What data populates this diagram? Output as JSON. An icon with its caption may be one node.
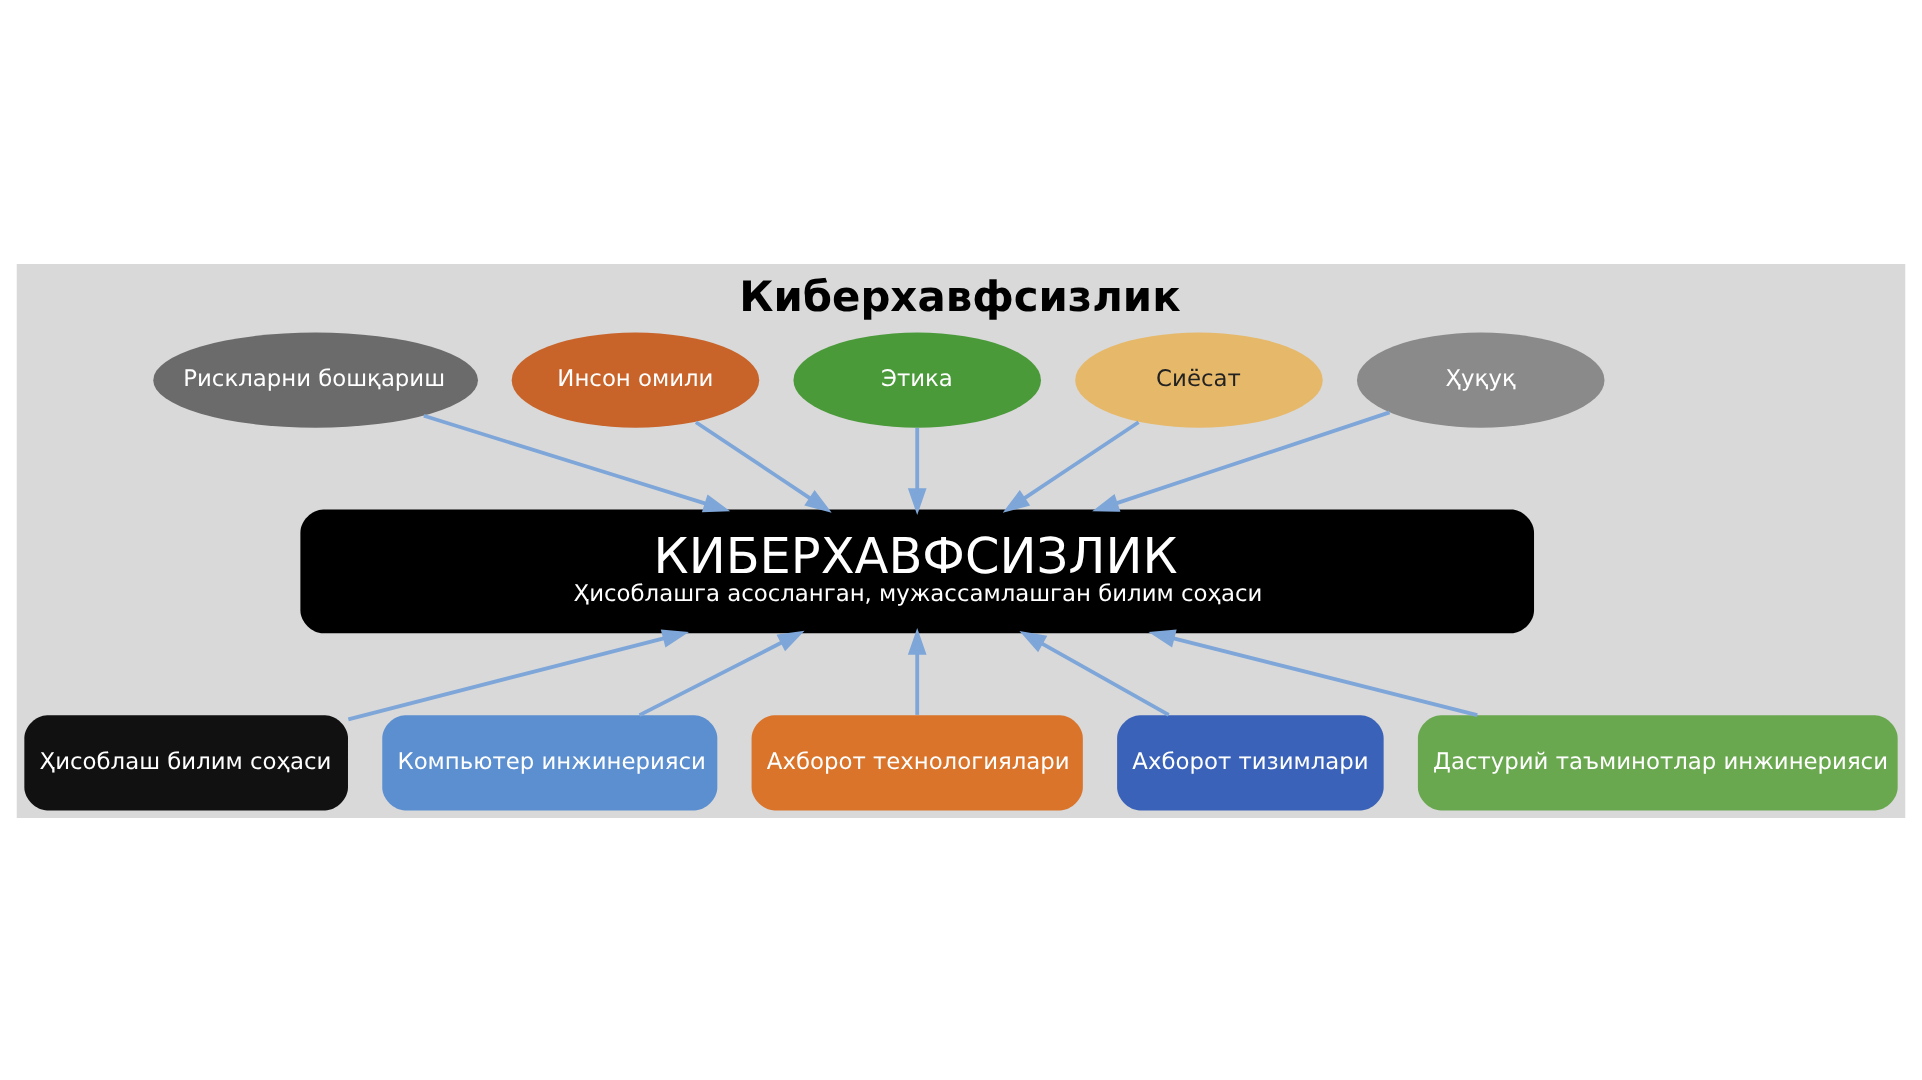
{
  "diagram": {
    "title": "Киберхавфсизлик",
    "nodes": [
      {
        "text": [
          "Рискларни бошқариш"
        ]
      },
      {
        "text": [
          "Инсон омили"
        ]
      },
      {
        "text": [
          "Этика"
        ]
      },
      {
        "text": [
          "Сиёсат"
        ]
      },
      {
        "text": [
          "Ҳуқуқ"
        ]
      },
      {
        "text": [
          "КИБЕРХАВФСИЗЛИК",
          "Ҳисоблашга асосланган, мужассамлашган билим соҳаси"
        ]
      },
      {
        "text": [
          "Ҳисоблаш билим соҳаси"
        ]
      },
      {
        "text": [
          "Компьютер инжинерияси"
        ]
      },
      {
        "text": [
          "Ахборот технологиялари"
        ]
      },
      {
        "text": [
          "Ахборот тизимлари"
        ]
      },
      {
        "text": [
          "Дастурий таъминотлар инжинерияси"
        ]
      }
    ],
    "edges": [
      {
        "from": 0,
        "to": 5,
        "arrow": "to"
      },
      {
        "from": 1,
        "to": 5,
        "arrow": "to"
      },
      {
        "from": 2,
        "to": 5,
        "arrow": "to"
      },
      {
        "from": 3,
        "to": 5,
        "arrow": "to"
      },
      {
        "from": 4,
        "to": 5,
        "arrow": "to"
      },
      {
        "from": 6,
        "to": 5,
        "arrow": "to"
      },
      {
        "from": 7,
        "to": 5,
        "arrow": "to"
      },
      {
        "from": 8,
        "to": 5,
        "arrow": "to"
      },
      {
        "from": 9,
        "to": 5,
        "arrow": "to"
      },
      {
        "from": 10,
        "to": 5,
        "arrow": "to"
      }
    ]
  }
}
